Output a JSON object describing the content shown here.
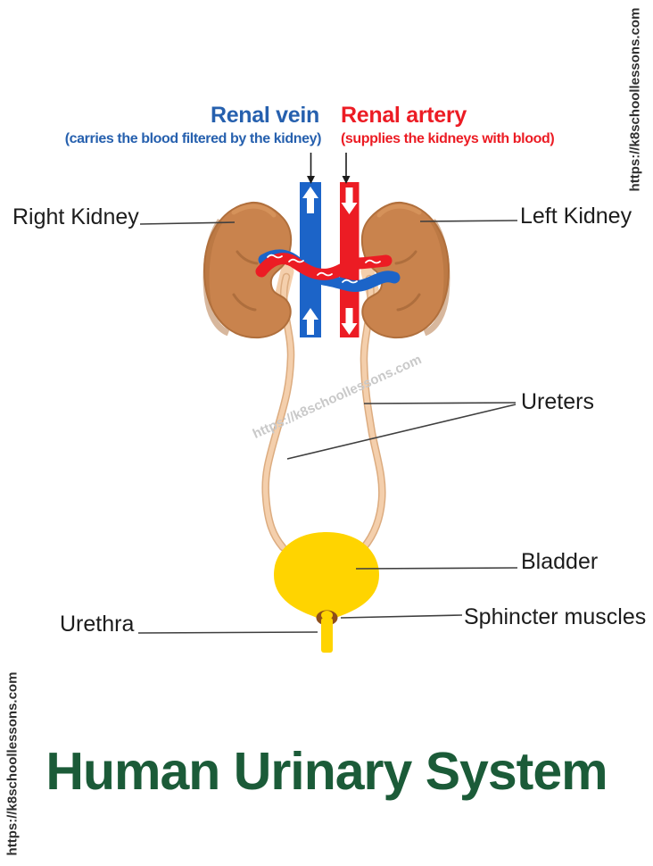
{
  "title": {
    "text": "Human Urinary System"
  },
  "watermark": {
    "url_text": "https://k8schoollessons.com"
  },
  "annotations": {
    "renal_vein": {
      "label": "Renal vein",
      "description": "(carries the blood filtered by the kidney)"
    },
    "renal_artery": {
      "label": "Renal artery",
      "description": "(supplies the kidneys with blood)"
    },
    "right_kidney": {
      "label": "Right Kidney"
    },
    "left_kidney": {
      "label": "Left Kidney"
    },
    "ureters": {
      "label": "Ureters"
    },
    "bladder": {
      "label": "Bladder"
    },
    "sphincter_muscles": {
      "label": "Sphincter muscles"
    },
    "urethra": {
      "label": "Urethra"
    }
  },
  "colors": {
    "renal_vein_blue": "#1C64C8",
    "renal_vein_text": "#2660AE",
    "renal_artery_red": "#EC1C24",
    "kidney_orange": "#C9834D",
    "kidney_shadow": "#B06F3C",
    "ureter_beige": "#F4CFAC",
    "ureter_edge": "#DCAC80",
    "bladder_yellow": "#FFD400",
    "sphincter_brown": "#8E4E1A",
    "title_green": "#1B5B38",
    "label_black": "#1C1C1C",
    "watermark_gray": "#2F2F2F"
  }
}
